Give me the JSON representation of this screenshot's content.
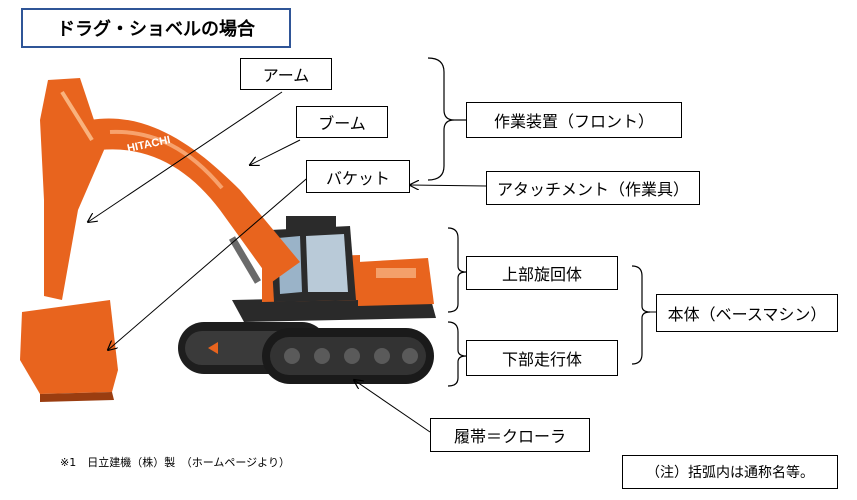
{
  "title": "ドラグ・ショベルの場合",
  "labels": {
    "arm": "アーム",
    "boom": "ブーム",
    "bucket": "バケット",
    "front": "作業装置（フロント）",
    "attachment": "アタッチメント（作業具）",
    "upper": "上部旋回体",
    "lower": "下部走行体",
    "body": "本体（ベースマシン）",
    "crawler": "履帯＝クローラ"
  },
  "machine_brand": "HITACHI",
  "footnote": "※1　日立建機（株）製　（ホームページより）",
  "note": "（注）括弧内は通称名等。",
  "colors": {
    "machine_orange": "#e8641e",
    "machine_dark": "#3a3a3a",
    "title_border": "#2f5597"
  }
}
